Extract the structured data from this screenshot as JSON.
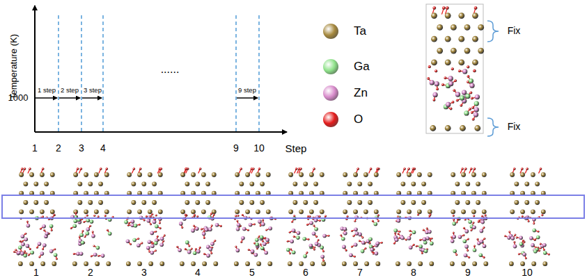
{
  "diagram": {
    "labels": [
      "Temperature (K)",
      "1000",
      "1 step",
      "2 step",
      "3 step",
      "......",
      "9 step",
      "1",
      "2",
      "3",
      "4",
      "9",
      "10",
      "Step",
      "Fix",
      "Fix",
      "1",
      "2",
      "3",
      "4",
      "5",
      "6",
      "7",
      "8",
      "9",
      "10"
    ],
    "legend": [
      {
        "text": "Ta",
        "color": "#a6893e"
      },
      {
        "text": "Ga",
        "color": "#8fe28a"
      },
      {
        "text": "Zn",
        "color": "#d88bcb"
      },
      {
        "text": "O",
        "color": "#e41b1b"
      }
    ]
  }
}
